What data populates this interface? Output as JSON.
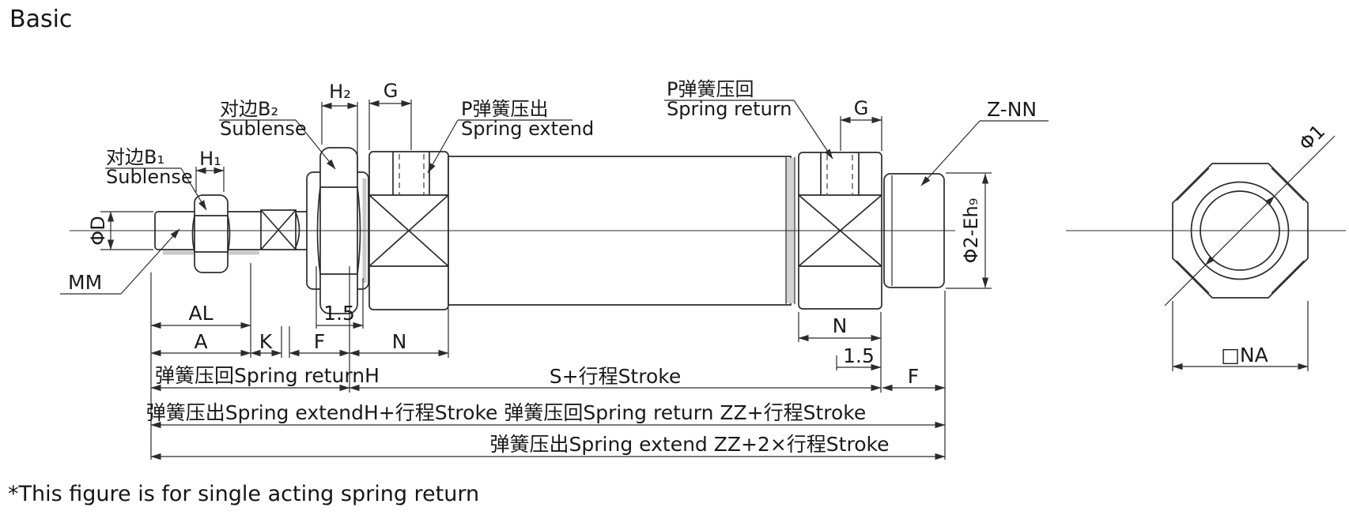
{
  "drawing": {
    "title": "Basic",
    "footnote": "*This figure is for single acting spring return"
  },
  "colors": {
    "line": "#2b2b2b",
    "text": "#1a1a1a",
    "shade": "#c9c9c9"
  },
  "side_view": {
    "rod_thread": "MM",
    "rod_diameter": "ΦD",
    "rod_nut_flats_cn": "对边B₁",
    "rod_nut_flats_en": "Sublense",
    "rod_nut_width": "H₁",
    "mount_nut_flats_cn": "对边B₂",
    "mount_nut_flats_en": "Sublense",
    "mount_nut_width": "H₂",
    "port_pos_front": "G",
    "port_pos_rear": "G",
    "port_front_cn": "P弹簧压出",
    "port_front_en": "Spring extend",
    "port_rear_cn": "P弹簧压回",
    "port_rear_en": "Spring return",
    "end_thread": "Z-NN",
    "boss_diameter": "Φ2-Eh₉",
    "dim_al": "AL",
    "dim_a": "A",
    "dim_k": "K",
    "dim_f_front": "F",
    "dim_n_front": "N",
    "dim_gap_front": "1.5",
    "dim_n_rear": "N",
    "dim_gap_rear": "1.5",
    "dim_f_rear": "F",
    "row_return_h": "弹簧压回Spring returnH",
    "row_s_stroke": "S+行程Stroke",
    "row_extend_h": "弹簧压出Spring extendH+行程Stroke  弹簧压回Spring return  ZZ+行程Stroke",
    "row_extend_zz": "弹簧压出Spring extend  ZZ+2×行程Stroke"
  },
  "end_view": {
    "tube_diameter": "Φ1",
    "flats_width": "□NA"
  }
}
